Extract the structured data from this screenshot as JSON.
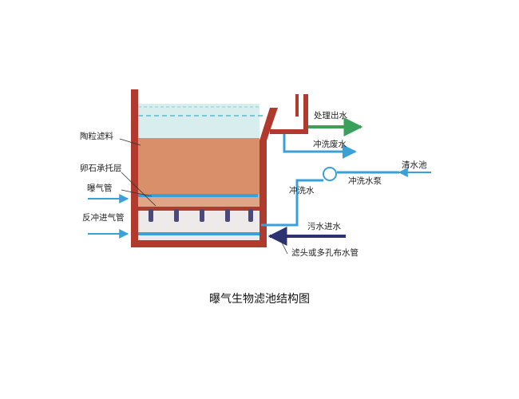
{
  "labels": {
    "ceramic_media": "陶粒滤料",
    "gravel_support": "卵石承托层",
    "aeration_pipe": "曝气管",
    "backwash_air_pipe": "反冲进气管",
    "treated_outlet": "处理出水",
    "backwash_waste": "冲洗废水",
    "clear_water_tank": "清水池",
    "backwash_water": "冲洗水",
    "backwash_pump": "冲洗水泵",
    "sewage_inlet": "污水进水",
    "filter_nozzle": "滤头或多孔布水管"
  },
  "caption": "曝气生物滤池结构图",
  "colors": {
    "tank_wall": "#b03a2e",
    "media": "#d88f6a",
    "water": "#d8eeee",
    "pipe_blue": "#3aa0d8",
    "arrow_green": "#3aa05a",
    "sewage_pipe": "#2c3370",
    "nozzle": "#4a4a7a"
  }
}
